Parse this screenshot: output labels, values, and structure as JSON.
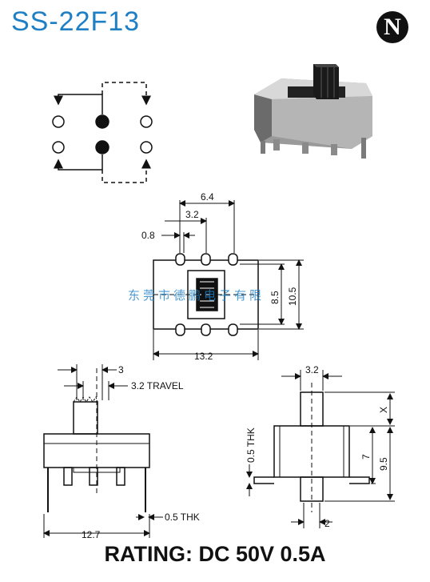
{
  "header": {
    "part_number": "SS-22F13",
    "logo_letter": "N"
  },
  "top_view": {
    "dim_pitch_total": "6.4",
    "dim_pitch": "3.2",
    "dim_pin": "0.8",
    "dim_height_inner": "8.5",
    "dim_height_outer": "10.5",
    "dim_width": "13.2"
  },
  "front_view": {
    "dim_actuator": "3",
    "travel": "3.2 TRAVEL",
    "thickness": "0.5 THK",
    "dim_width": "12.7"
  },
  "side_view": {
    "dim_actuator": "3.2",
    "thickness": "0.5 THK",
    "dim_x": "X",
    "dim_7": "7",
    "dim_9_5": "9.5",
    "dim_2": "2"
  },
  "watermark": "东莞市德鹏电子有限",
  "footer": {
    "rating": "RATING: DC 50V 0.5A"
  }
}
